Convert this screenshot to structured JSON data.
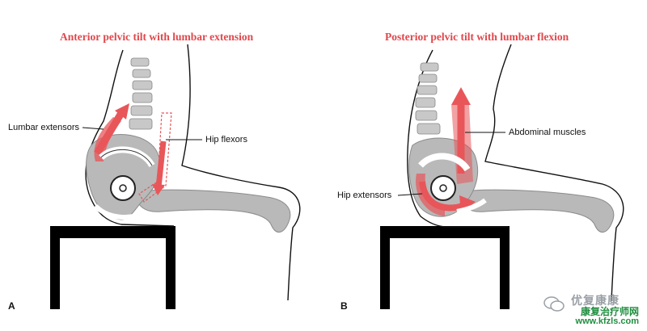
{
  "panel_a": {
    "letter": "A",
    "title": "Anterior pelvic tilt with lumbar extension",
    "labels": {
      "lumbar_extensors": "Lumbar extensors",
      "hip_flexors": "Hip flexors"
    }
  },
  "panel_b": {
    "letter": "B",
    "title": "Posterior pelvic tilt with lumbar flexion",
    "labels": {
      "abdominal_muscles": "Abdominal muscles",
      "hip_extensors": "Hip extensors"
    }
  },
  "watermark": {
    "brand": "优复康康",
    "site": "康复治疗师网",
    "url": "www.kfzls.com"
  },
  "colors": {
    "title_red": "#e0474c",
    "muscle_red": "#e8565a",
    "bone_gray": "#b9b9b9",
    "stool_black": "#000000"
  }
}
